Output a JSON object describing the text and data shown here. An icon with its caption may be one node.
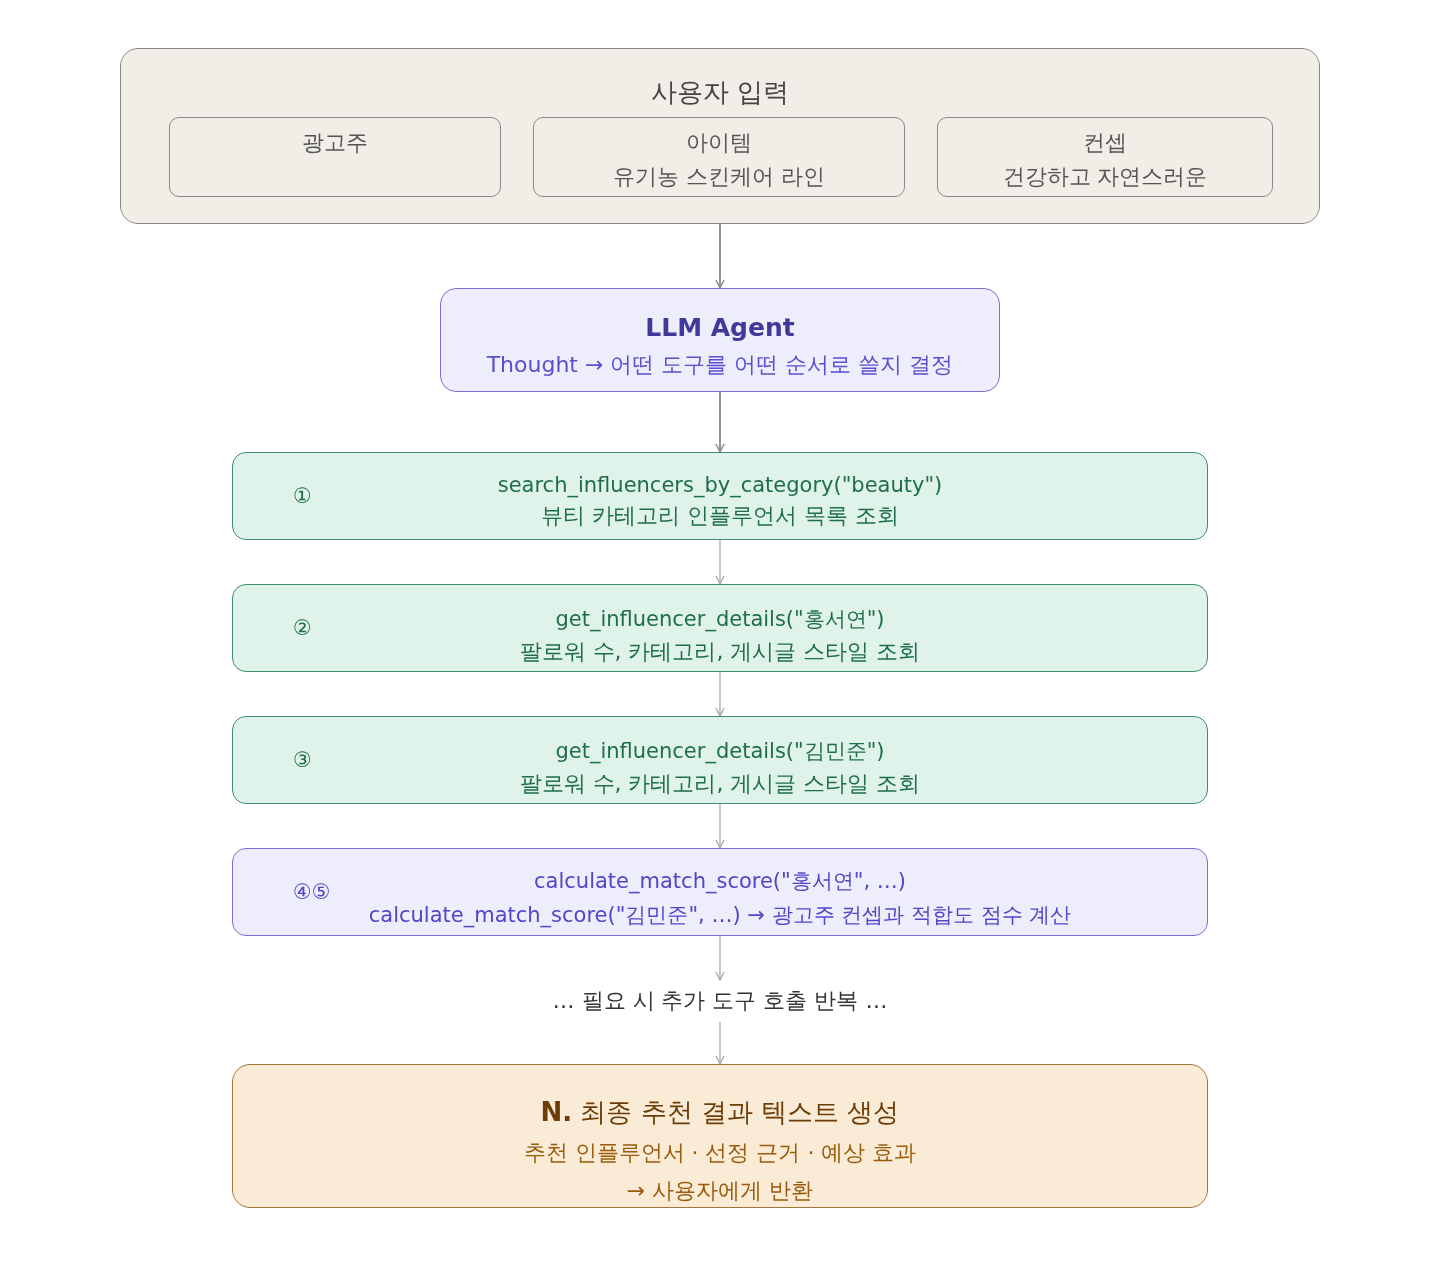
{
  "diagram": {
    "nodes": [
      {
        "text": [
          "사용자 입력"
        ]
      },
      {
        "text": [
          "광고주"
        ],
        "in": 0
      },
      {
        "text": [
          "아이템",
          "유기농 스킨케어 라인"
        ],
        "in": 0
      },
      {
        "text": [
          "컨셉",
          "건강하고 자연스러운"
        ],
        "in": 0
      },
      {
        "text": [
          "LLM Agent",
          "Thought → 어떤 도구를 어떤 순서로 쓸지 결정"
        ]
      },
      {
        "text": [
          "①",
          "search_influencers_by_category(\"beauty\")",
          "뷰티 카테고리 인플루언서 목록 조회"
        ]
      },
      {
        "text": [
          "②",
          "get_influencer_details(\"홍서연\")",
          "팔로워 수, 카테고리, 게시글 스타일 조회"
        ]
      },
      {
        "text": [
          "③",
          "get_influencer_details(\"김민준\")",
          "팔로워 수, 카테고리, 게시글 스타일 조회"
        ]
      },
      {
        "text": [
          "④⑤",
          "calculate_match_score(\"홍서연\", …)",
          "calculate_match_score(\"김민준\", …) → 광고주 컨셉과 적합도 점수 계산"
        ]
      },
      {
        "text": [
          "… 필요 시 추가 도구 호출 반복 …"
        ]
      },
      {
        "text": [
          "**N.** 최종 추천 결과 텍스트 생성",
          "추천 인플루언서 · 선정 근거 · 예상 효과",
          "→ 사용자에게 반환"
        ]
      }
    ],
    "edges": [
      {
        "from": 0,
        "to": 4,
        "arrow": "to",
        "color": "#888888"
      },
      {
        "from": 4,
        "to": 5,
        "arrow": "to",
        "color": "#888888"
      },
      {
        "from": 5,
        "to": 6,
        "arrow": "to"
      },
      {
        "from": 6,
        "to": 7,
        "arrow": "to"
      },
      {
        "from": 7,
        "to": 8,
        "arrow": "to"
      },
      {
        "from": 8,
        "to": 9,
        "arrow": "to"
      },
      {
        "from": 9,
        "to": 10,
        "arrow": "to"
      }
    ]
  }
}
